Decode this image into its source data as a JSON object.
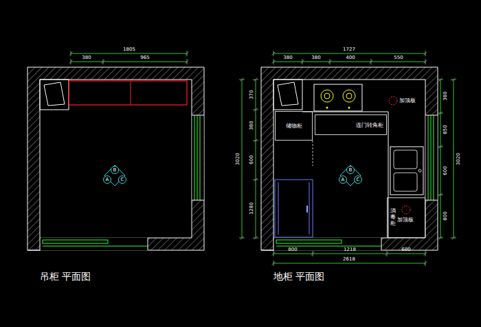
{
  "diagram": {
    "nodes": [
      {
        "text": [
          "储物柜"
        ]
      },
      {
        "text": [
          "连门转角柜"
        ]
      },
      {
        "text": [
          "消毒柜"
        ]
      }
    ],
    "labels": [
      "吊柜 平面图",
      "地柜 平面图",
      "1805",
      "380",
      "965",
      "1727",
      "380",
      "380",
      "400",
      "550",
      "800",
      "1218",
      "600",
      "2618",
      "3020",
      "370",
      "380",
      "600",
      "1280",
      "3020",
      "380",
      "850",
      "600",
      "800",
      "加顶板",
      "加顶板",
      "B",
      "A",
      "C",
      "B",
      "A",
      "C"
    ]
  }
}
